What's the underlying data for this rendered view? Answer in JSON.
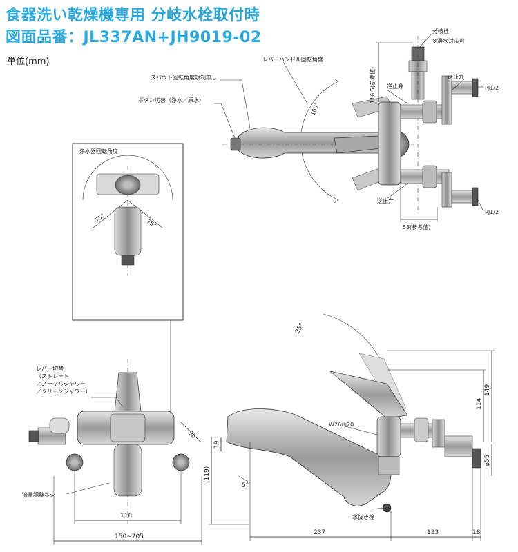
{
  "header": {
    "title_line1": "食器洗い乾燥機専用 分岐水栓取付時",
    "title_line2": "図面品番：JL337AN+JH9019-02",
    "unit": "単位(mm)"
  },
  "top_view": {
    "lever_handle_rotation": "レバーハンドル回転角度",
    "spout_rotation": "スパウト回転角度規制無し",
    "button_switch": "ボタン切替（浄水／原水）",
    "angle_100": "100°",
    "branch_valve": "分岐栓",
    "hot_water_note": "※湯水対応可",
    "check_valve_1": "逆止弁",
    "check_valve_2": "逆止弁",
    "check_valve_3": "逆止弁",
    "pj_top": "PJ1/2",
    "pj_bottom": "PJ1/2",
    "dim_116_5": "116.5(参考値)",
    "dim_53": "53(参考値)"
  },
  "filter_inset": {
    "title": "浄水器回転角度",
    "angle_left": "75°",
    "angle_right": "75°"
  },
  "front_view": {
    "lever_switch_line1": "レバー切替",
    "lever_switch_line2": "（ストレート",
    "lever_switch_line3": "／ノーマルシャワー",
    "lever_switch_line4": "／クリーンシャワー）",
    "flow_adjust_screw": "流量調整ネジ",
    "dim_50": "50",
    "dim_110": "110",
    "dim_150_205": "150~205"
  },
  "side_view": {
    "angle_25": "25°",
    "w26": "W26山20",
    "drain_plug": "水抜き栓",
    "dim_114": "114",
    "dim_149": "149",
    "dim_19": "19",
    "dim_119": "(119)",
    "dim_5deg": "5°",
    "dim_55": "φ55",
    "dim_237": "237",
    "dim_133": "133",
    "dim_18": "18"
  }
}
